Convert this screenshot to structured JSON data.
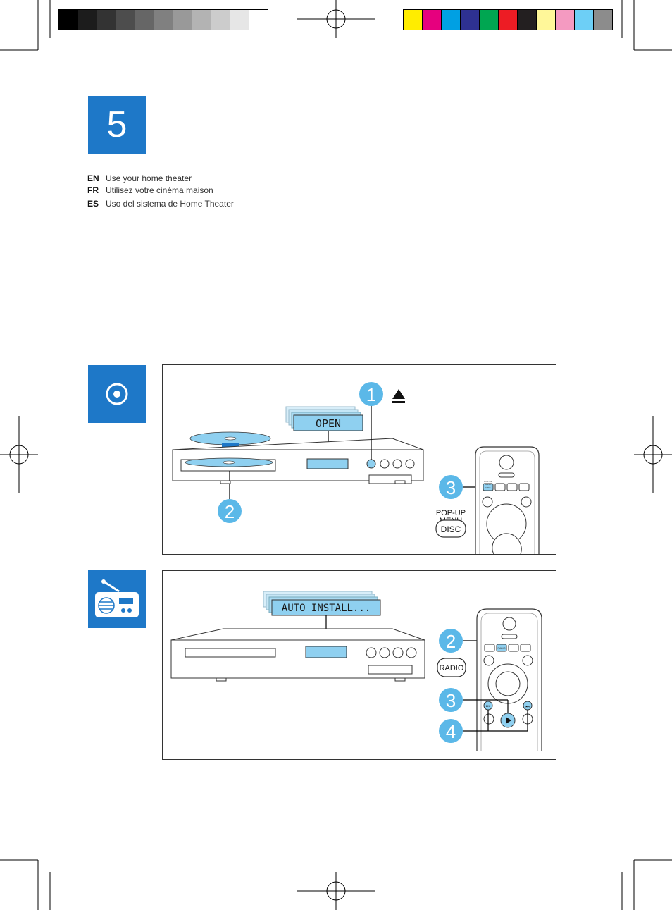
{
  "chapter": {
    "number": "5"
  },
  "titles": [
    {
      "code": "EN",
      "text": "Use your home theater"
    },
    {
      "code": "FR",
      "text": "Utilisez votre cinéma maison"
    },
    {
      "code": "ES",
      "text": "Uso del sistema de Home Theater"
    }
  ],
  "disc_section": {
    "icon": "disc-icon",
    "display_text": "OPEN",
    "steps": [
      "1",
      "2",
      "3"
    ],
    "eject_icon": "eject-icon",
    "remote_key_line1": "POP-UP",
    "remote_key_line2": "MENU",
    "remote_key_button": "DISC",
    "remote_small_label_1": "POP-UP",
    "remote_small_label_2": "MENU",
    "remote_small_label_3": "DISC"
  },
  "radio_section": {
    "icon": "radio-icon",
    "display_text": "AUTO INSTALL...",
    "steps": [
      "2",
      "3",
      "4"
    ],
    "remote_key_button": "RADIO",
    "remote_small_label": "RADIO"
  },
  "colors": {
    "brand_blue": "#1e78c8",
    "callout_blue": "#5bb8e8",
    "display_blue": "#8fd0f0"
  },
  "registration": {
    "grayscale": [
      "#000000",
      "#1c1c1c",
      "#333333",
      "#4d4d4d",
      "#666666",
      "#808080",
      "#999999",
      "#b3b3b3",
      "#cccccc",
      "#e6e6e6",
      "#ffffff"
    ],
    "color_bar": [
      "#ffed00",
      "#e6007e",
      "#00a0e3",
      "#2e3192",
      "#00a651",
      "#ed1c24",
      "#231f20",
      "#fff799",
      "#f49ac1",
      "#6dcff6",
      "#8c8c8c"
    ]
  }
}
